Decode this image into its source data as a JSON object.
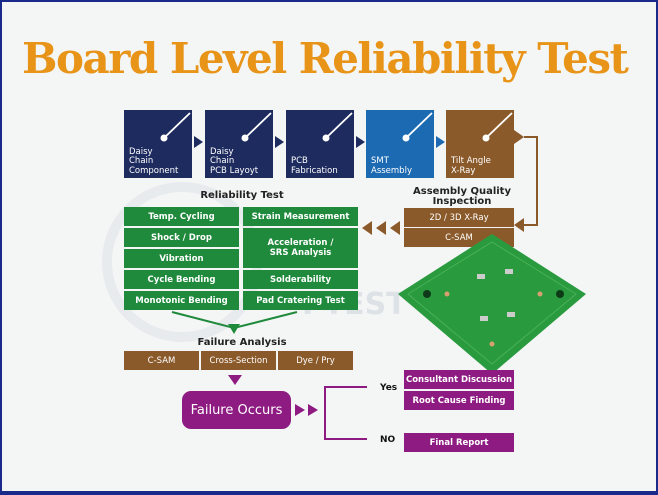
{
  "title": "Board Level Reliability Test",
  "process_steps": [
    {
      "label": "Daisy\nChain\nComponent",
      "color": "#1d2b5e"
    },
    {
      "label": "Daisy\nChain\nPCB Layoyt",
      "color": "#1d2b5e"
    },
    {
      "label": "PCB\nFabrication",
      "color": "#1d2b5e"
    },
    {
      "label": "SMT\nAssembly",
      "color": "#1c6ab2"
    },
    {
      "label": "Tilt Angle\nX-Ray",
      "color": "#8b5a2b"
    }
  ],
  "assembly_inspection": {
    "title": "Assembly Quality Inspection",
    "items": [
      "2D / 3D X-Ray",
      "C-SAM"
    ]
  },
  "reliability_test": {
    "title": "Reliability Test",
    "left": [
      "Temp. Cycling",
      "Shock / Drop",
      "Vibration",
      "Cycle Bending",
      "Monotonic Bending"
    ],
    "right": [
      "Strain Measurement",
      "Acceleration /\nSRS Analysis",
      "Solderability",
      "Pad Cratering Test"
    ]
  },
  "failure_analysis": {
    "title": "Failure Analysis",
    "items": [
      "C-SAM",
      "Cross-Section",
      "Dye / Pry"
    ]
  },
  "failure_occurs": "Failure Occurs",
  "branches": {
    "yes_label": "Yes",
    "no_label": "NO",
    "yes_items": [
      "Consultant Discussion",
      "Root Cause Finding"
    ],
    "no_items": [
      "Final Report"
    ]
  },
  "watermark": "I TEST",
  "colors": {
    "title": "#e89418",
    "navy": "#1d2b5e",
    "blue": "#1c6ab2",
    "brown": "#8b5a2b",
    "green": "#1f8a3c",
    "purple": "#8e1b82",
    "border": "#1a2a8a"
  }
}
